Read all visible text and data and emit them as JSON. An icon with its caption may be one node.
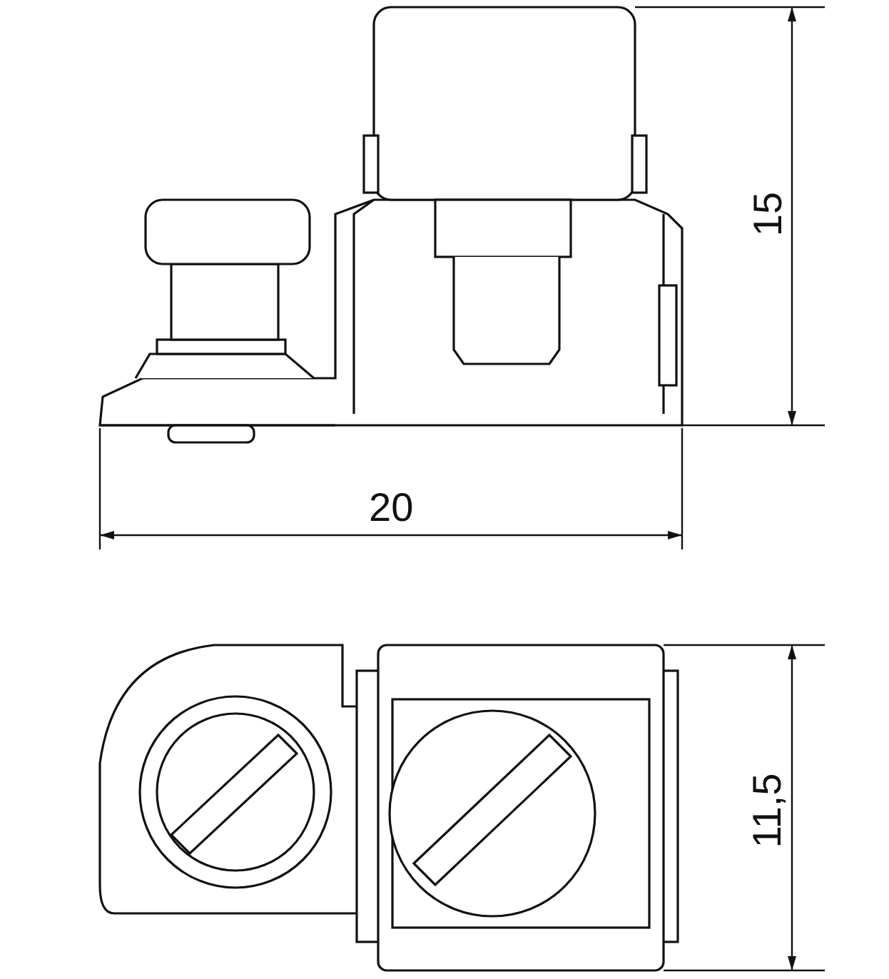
{
  "diagram": {
    "labels": [
      "15",
      "20",
      "11,5"
    ]
  }
}
